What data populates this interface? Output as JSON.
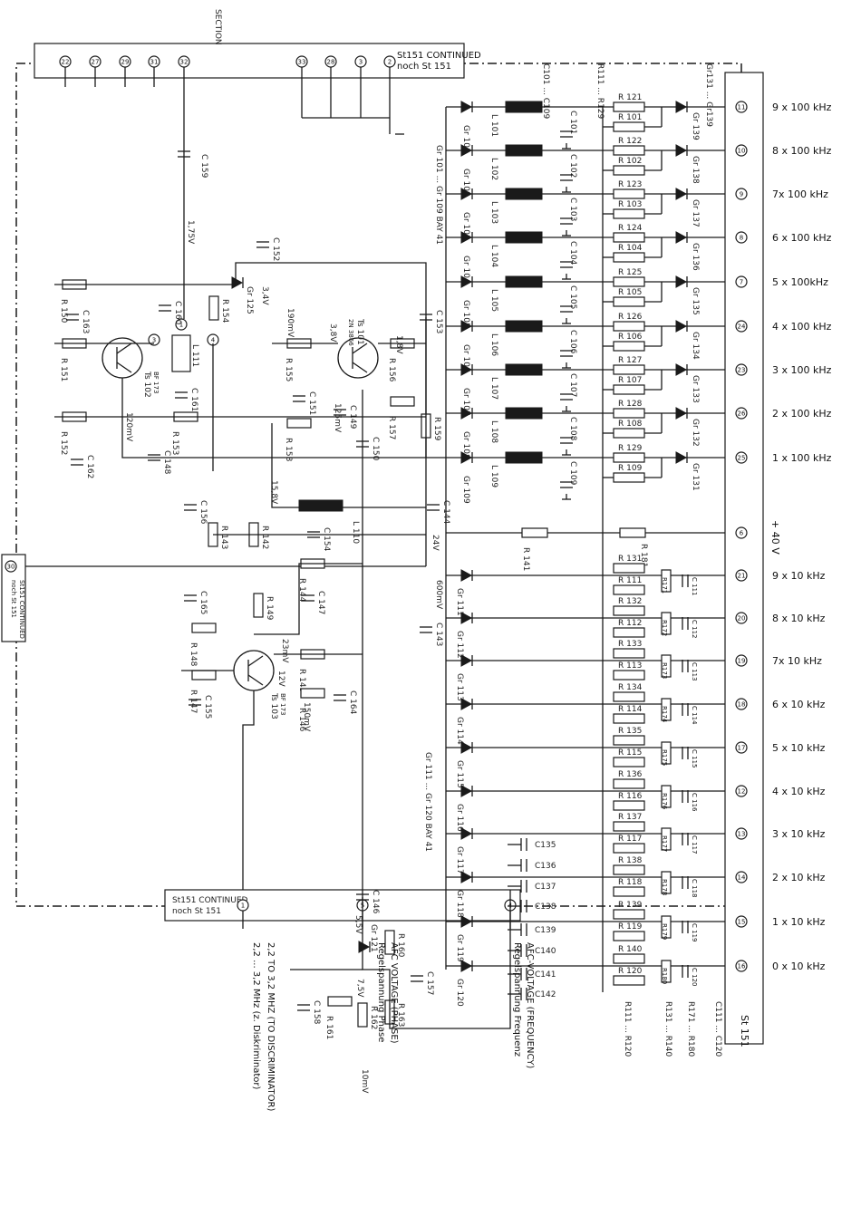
{
  "connector_top": {
    "label": "St151 CONTINUED noch St 151",
    "section_mark": "SECTION",
    "pins": [
      "22",
      "27",
      "29",
      "31",
      "32",
      "33",
      "28",
      "3",
      "2"
    ]
  },
  "connector_left": {
    "label": "St151 CONTINUED noch St 151",
    "pin": "30"
  },
  "connector_bottom": {
    "label": "St151 CONTINUED noch St 151",
    "pins": [
      "1",
      "5",
      "4"
    ]
  },
  "plug_strip": {
    "label": "St 151"
  },
  "outputs_100k": [
    {
      "pin": "11",
      "label": "9 x 100 kHz"
    },
    {
      "pin": "10",
      "label": "8 x 100 kHz"
    },
    {
      "pin": "9",
      "label": "7x 100 kHz"
    },
    {
      "pin": "8",
      "label": "6 x 100 kHz"
    },
    {
      "pin": "7",
      "label": "5 x 100kHz"
    },
    {
      "pin": "24",
      "label": "4 x 100 kHz"
    },
    {
      "pin": "23",
      "label": "3 x 100 kHz"
    },
    {
      "pin": "26",
      "label": "2 x 100 kHz"
    },
    {
      "pin": "25",
      "label": "1 x 100 kHz"
    }
  ],
  "supply": {
    "pin": "6",
    "label": "+ 40 V"
  },
  "outputs_10k": [
    {
      "pin": "21",
      "label": "9 x 10 kHz"
    },
    {
      "pin": "20",
      "label": "8 x 10 kHz"
    },
    {
      "pin": "19",
      "label": "7x 10 kHz"
    },
    {
      "pin": "18",
      "label": "6 x 10 kHz"
    },
    {
      "pin": "17",
      "label": "5 x 10 kHz"
    },
    {
      "pin": "12",
      "label": "4 x 10 kHz"
    },
    {
      "pin": "13",
      "label": "3 x 10 kHz"
    },
    {
      "pin": "14",
      "label": "2 x 10 kHz"
    },
    {
      "pin": "15",
      "label": "1 x 10 kHz"
    },
    {
      "pin": "16",
      "label": "0 x 10 kHz"
    }
  ],
  "diodes_100k": [
    "Gr 101",
    "Gr 102",
    "Gr 103",
    "Gr 104",
    "Gr 105",
    "Gr 106",
    "Gr 107",
    "Gr 108",
    "Gr 109"
  ],
  "coils_100k": [
    "L 101",
    "L 102",
    "L 103",
    "L 104",
    "L 105",
    "L 106",
    "L 107",
    "L 108",
    "L 109"
  ],
  "res_a_100k": [
    "R 121",
    "R 122",
    "R 123",
    "R 124",
    "R 125",
    "R 126",
    "R 127",
    "R 128",
    "R 129"
  ],
  "res_b_100k": [
    "R 101",
    "R 102",
    "R 103",
    "R 104",
    "R 105",
    "R 106",
    "R 107",
    "R 108",
    "R 109"
  ],
  "caps_100k": [
    "C 101",
    "C 102",
    "C 103",
    "C 104",
    "C 105",
    "C 106",
    "C 107",
    "C 108",
    "C 109"
  ],
  "diodes_out_100k": [
    "Gr 139",
    "Gr 138",
    "Gr 137",
    "Gr 136",
    "Gr 135",
    "Gr 134",
    "Gr 133",
    "Gr 132",
    "Gr 131"
  ],
  "diodes_10k": [
    "Gr 111",
    "Gr 112",
    "Gr 113",
    "Gr 114",
    "Gr 115",
    "Gr 116",
    "Gr 117",
    "Gr 118",
    "Gr 119",
    "Gr 120"
  ],
  "res_a_10k": [
    "R 131",
    "R 132",
    "R 133",
    "R 134",
    "R 135",
    "R 136",
    "R 137",
    "R 138",
    "R 139",
    "R 140"
  ],
  "res_b_10k": [
    "R 111",
    "R 112",
    "R 113",
    "R 114",
    "R 115",
    "R 116",
    "R 117",
    "R 118",
    "R 119",
    "R 120"
  ],
  "res_c_10k": [
    "R171",
    "R172",
    "R173",
    "R174",
    "R175",
    "R176",
    "R177",
    "R178",
    "R179",
    "R180"
  ],
  "caps_10k": [
    "C 111",
    "C 112",
    "C 113",
    "C 114",
    "C 115",
    "C 116",
    "C 117",
    "C 118",
    "C 119",
    "C 120"
  ],
  "caps_bank": [
    "C135",
    "C136",
    "C137",
    "C138",
    "C139",
    "C140",
    "C141",
    "C142"
  ],
  "group_notes": {
    "d100": "Gr 101 ... Gr 109 BAY 41",
    "d10": "Gr 111 ... Gr 120 BAY 41",
    "c100": "C101 ... C109",
    "r100": "R111 ... R129",
    "gr_out": "Gr131 ... Gr139",
    "r10": "R111 ... R120",
    "r131": "R131 ... R140",
    "r171": "R171 ... R180",
    "c111": "C111 ... C120"
  },
  "transistors": [
    {
      "ref": "Ts 101",
      "type": "2N 3866"
    },
    {
      "ref": "Ts 102",
      "type": "BF 173"
    },
    {
      "ref": "Ts 103",
      "type": "BF 173"
    }
  ],
  "components_misc": {
    "c159": "C 159",
    "c160": "C 160",
    "c161": "C 161",
    "c162": "C 162",
    "c148": "C 148",
    "c152": "C 152",
    "c153": "C 153",
    "c154": "C 154",
    "c149": "C 149",
    "c150": "C 150",
    "c156": "C 156",
    "c151": "C 151",
    "c165": "C 165",
    "c155": "C 155",
    "c163": "C 163",
    "c164": "C 164",
    "c147": "C 147",
    "c146": "C 146",
    "c157": "C 157",
    "c158": "C 158",
    "c143": "C 143",
    "c144": "C 144",
    "r150": "R 150",
    "r151": "R 151",
    "r152": "R 152",
    "r153": "R 153",
    "r154": "R 154",
    "r155": "R 155",
    "r156": "R 156",
    "r157": "R 157",
    "r158": "R 158",
    "r159": "R 159",
    "r143": "R 143",
    "r142": "R 142",
    "r144": "R 144",
    "r149": "R 149",
    "r145": "R 145",
    "r146": "R 146",
    "r147": "R 147",
    "r148": "R 148",
    "r141": "R 141",
    "r181": "R 181",
    "r160": "R 160",
    "r161": "R 161",
    "r162": "R 162",
    "r163": "R 163",
    "l110": "L 110",
    "l111": "L 111",
    "gr121": "Gr 121",
    "gr125": "Gr 125"
  },
  "voltages": {
    "v175": "1,75V",
    "v34": "3,4V",
    "v120mv": "120mV",
    "v190mv": "190mV",
    "v38": "3,8V",
    "v125mv": "125mV",
    "v18": "1,8V",
    "v600mv": "600mV",
    "v158": "15,8V",
    "v24": "24V",
    "v23mv": "23mV",
    "v12": "12V",
    "v150mv": "150mV",
    "v55": "5,5V",
    "v75": "7,5V",
    "v10mv": "10mV"
  },
  "bottom_notes": {
    "afc_freq": "AFC-VOLTAGE (FREQUENCY)",
    "regel_freq": "Regelspannung Frequenz",
    "afc_phase": "AFC VOLTAGE (PHASE)",
    "regel_phase": "Regelspannung Phase",
    "mhz": "2,2 TO 3,2 MHZ (TO DISCRIMINATOR)",
    "mhz_de": "2,2 ... 3,2 MHz (z. Diskriminator)"
  }
}
